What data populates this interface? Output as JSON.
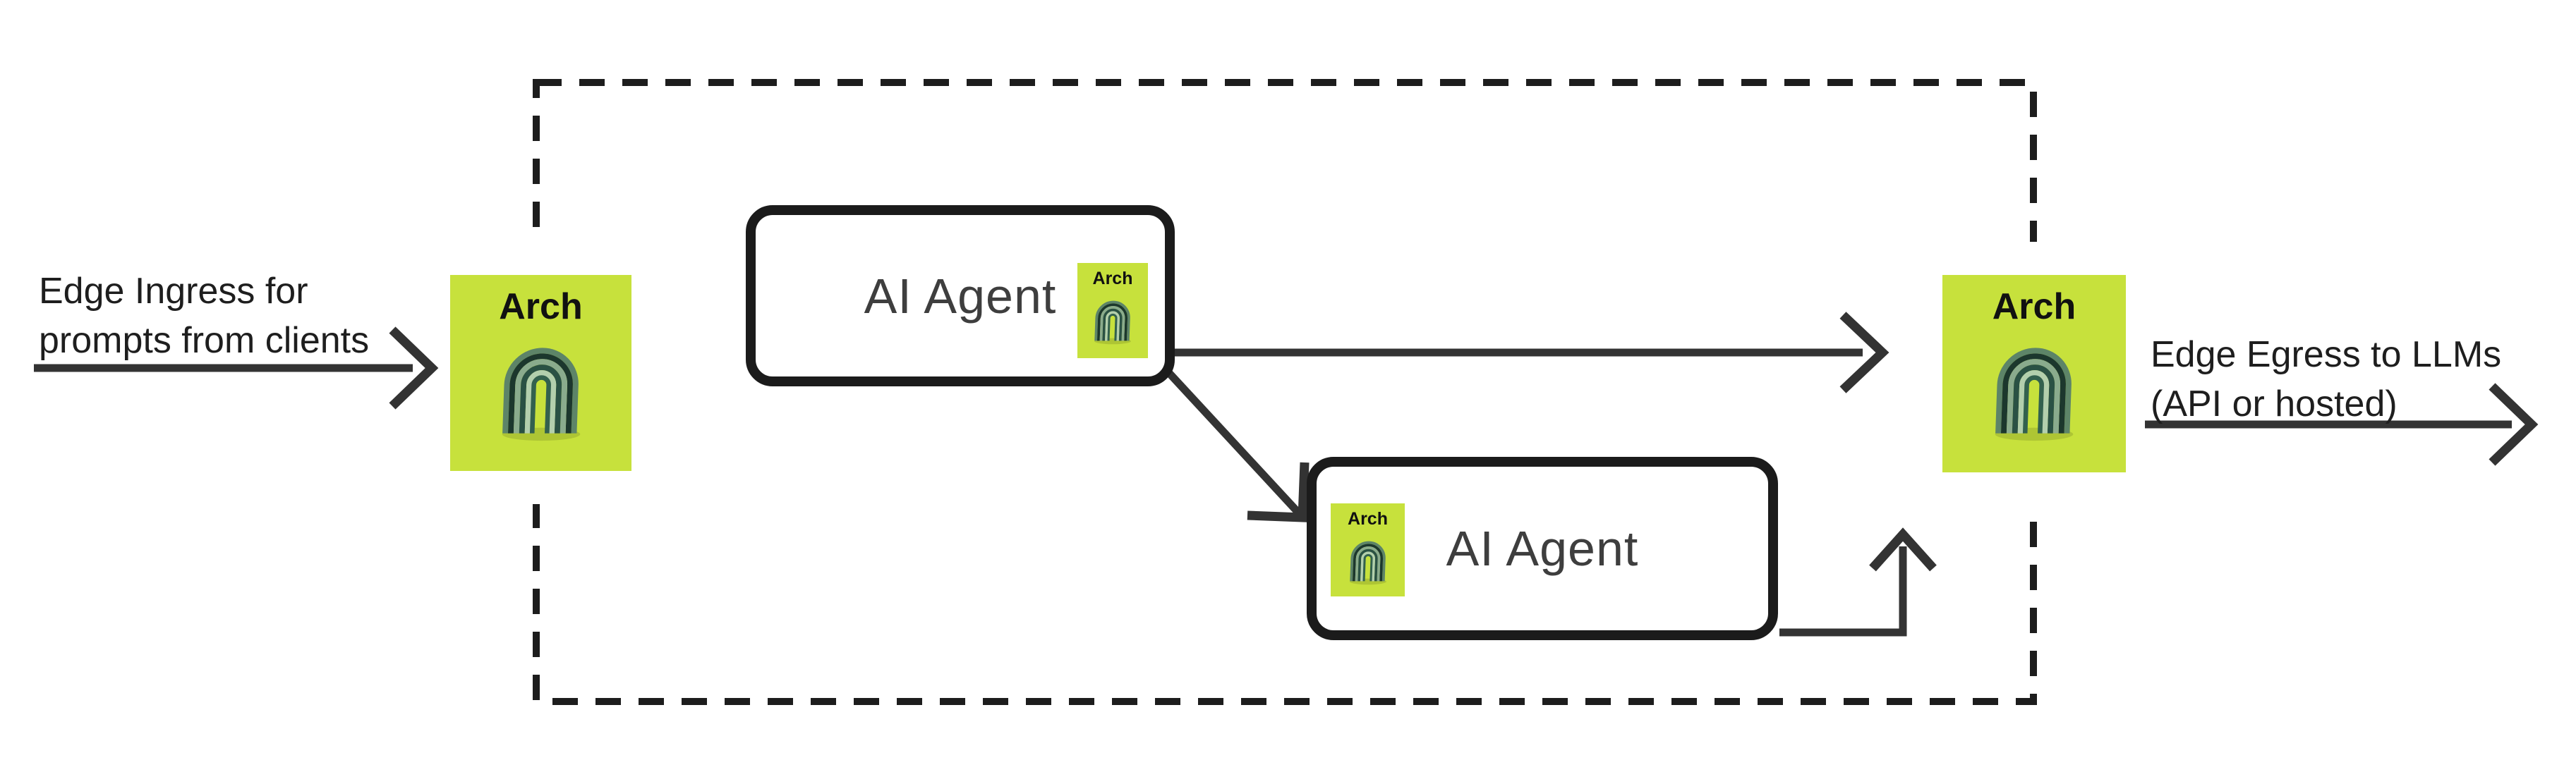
{
  "labels": {
    "ingress_line1": "Edge Ingress for",
    "ingress_line2": "prompts from clients",
    "egress_line1": "Edge Egress to LLMs",
    "egress_line2": "(API or hosted)"
  },
  "brand": {
    "name": "Arch"
  },
  "agents": [
    {
      "label": "AI Agent"
    },
    {
      "label": "AI Agent"
    }
  ],
  "colors": {
    "lime": "#c7e13c",
    "line": "#333333",
    "box_border": "#1b1b1b",
    "dash": "#1d1d1d",
    "agent_text": "#3e3e3e",
    "label_text": "#1e1e1e"
  }
}
